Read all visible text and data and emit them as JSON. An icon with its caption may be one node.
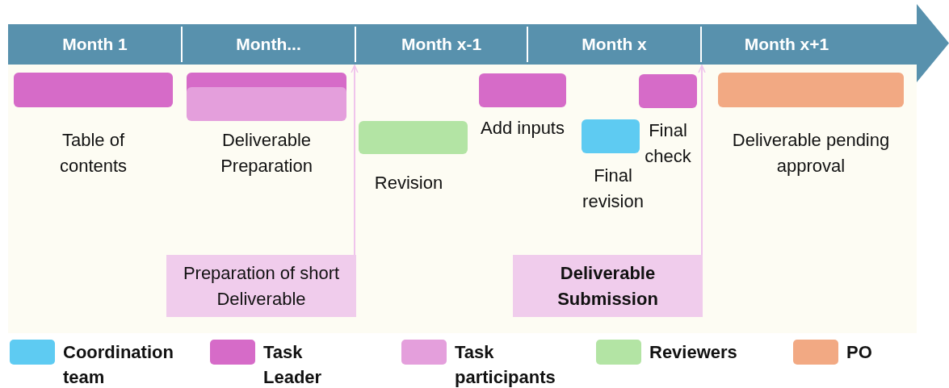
{
  "diagram": {
    "nodes": [
      {
        "text": [],
        "shape": "arrow"
      },
      {
        "text": [
          "Table of contents"
        ]
      },
      {
        "text": [
          "Deliverable Preparation"
        ]
      },
      {
        "text": [
          "Revision"
        ]
      },
      {
        "text": [
          "Add inputs"
        ]
      },
      {
        "text": [
          "Final revision"
        ]
      },
      {
        "text": [
          "Final check"
        ]
      },
      {
        "text": [
          "Deliverable pending approval"
        ]
      },
      {
        "text": [
          "Preparation of short Deliverable"
        ]
      },
      {
        "text": [
          "Deliverable Submission"
        ]
      }
    ],
    "edges": [
      {
        "from": 8,
        "to": 0,
        "arrow": "to"
      },
      {
        "from": 9,
        "to": 0,
        "arrow": "to"
      }
    ],
    "labels": [
      "Month 1",
      "Month...",
      "Month x-1",
      "Month x",
      "Month x+1"
    ],
    "legend": [
      {
        "text": "Coordination team",
        "color": "#5ecbf2"
      },
      {
        "text": "Task Leader",
        "color": "#d66bc8"
      },
      {
        "text": "Task participants",
        "color": "#e49fdc"
      },
      {
        "text": "Reviewers",
        "color": "#b3e4a4"
      },
      {
        "text": "PO",
        "color": "#f2a983"
      }
    ]
  }
}
